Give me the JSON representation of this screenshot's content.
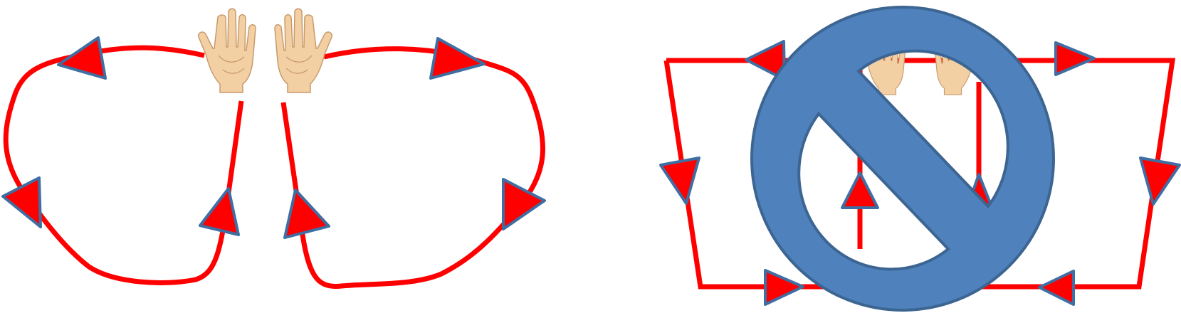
{
  "colors": {
    "loop": "#ff0000",
    "arrow_fill": "#ff0000",
    "arrow_outline": "#3f6ea3",
    "prohibition_fill": "#4f81bd",
    "prohibition_outline": "#3c6592",
    "skin": "#f3cfa4",
    "skin_line": "#c99a6a"
  },
  "icons": {
    "hand": "open-palm-hand-icon",
    "arrowhead": "triangle-arrowhead-icon",
    "prohibition": "no-symbol-icon"
  },
  "panels": {
    "left": {
      "name": "allowed-flow",
      "loops": 2,
      "arrows_per_loop": 3
    },
    "right": {
      "name": "prohibited-flow",
      "prohibited": true,
      "arrows_outer": 6,
      "arrows_inner": 2
    }
  }
}
